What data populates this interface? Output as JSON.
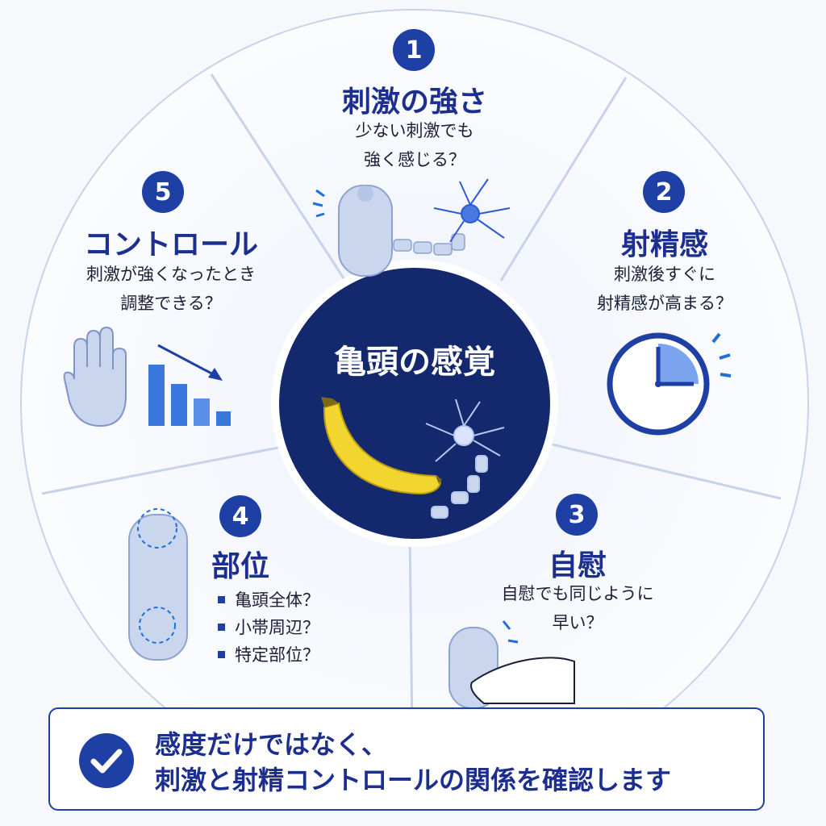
{
  "center": {
    "title": "亀頭の感覚"
  },
  "segments": [
    {
      "number": "1",
      "title": "刺激の強さ",
      "lines": [
        "少ない刺激でも",
        "強く感じる？"
      ]
    },
    {
      "number": "2",
      "title": "射精感",
      "lines": [
        "刺激後すぐに",
        "射精感が高まる？"
      ]
    },
    {
      "number": "3",
      "title": "自慰",
      "lines": [
        "自慰でも同じように",
        "早い？"
      ]
    },
    {
      "number": "4",
      "title": "部位",
      "bullets": [
        "亀頭全体？",
        "小帯周辺？",
        "特定部位？"
      ]
    },
    {
      "number": "5",
      "title": "コントロール",
      "lines": [
        "刺激が強くなったとき",
        "調整できる？"
      ]
    }
  ],
  "banner": {
    "line1": "感度だけではなく、",
    "line2": "刺激と射精コントロールの関係を確認します"
  },
  "icons": [
    "nerve-cell-icon",
    "clock-icon",
    "hand-icon",
    "bar-chart-down-icon",
    "banana-icon",
    "check-icon"
  ],
  "colors": {
    "accent": "#1e3fa3",
    "light_blue": "#c9d6ee",
    "center_bg": "#14286e",
    "banana": "#f2d52e"
  }
}
